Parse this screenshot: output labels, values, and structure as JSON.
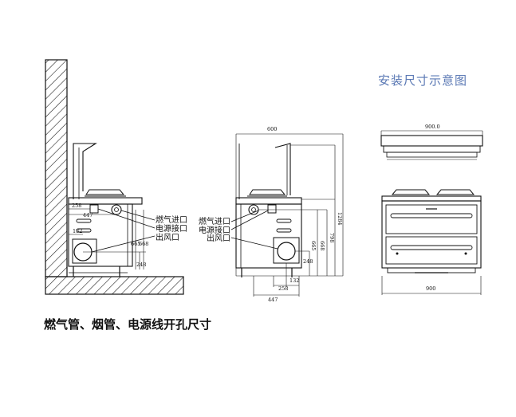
{
  "title": "安装尺寸示意图",
  "caption": "燃气管、烟管、电源线开孔尺寸",
  "labels": {
    "gas_inlet": "燃气进口",
    "power_port": "电源接口",
    "air_outlet": "出风口"
  },
  "side_view_dims": {
    "d258": "258",
    "d447": "447",
    "d132": "132",
    "d665": "665",
    "d668": "668",
    "d248": "248"
  },
  "mid_view_dims": {
    "d600": "600",
    "d1284": "1284",
    "d798": "798",
    "d668": "668",
    "d665": "665",
    "d248": "248",
    "d258": "258",
    "d132": "132",
    "d447": "447"
  },
  "front_view_dims": {
    "d900top": "900.0",
    "d900": "900"
  }
}
